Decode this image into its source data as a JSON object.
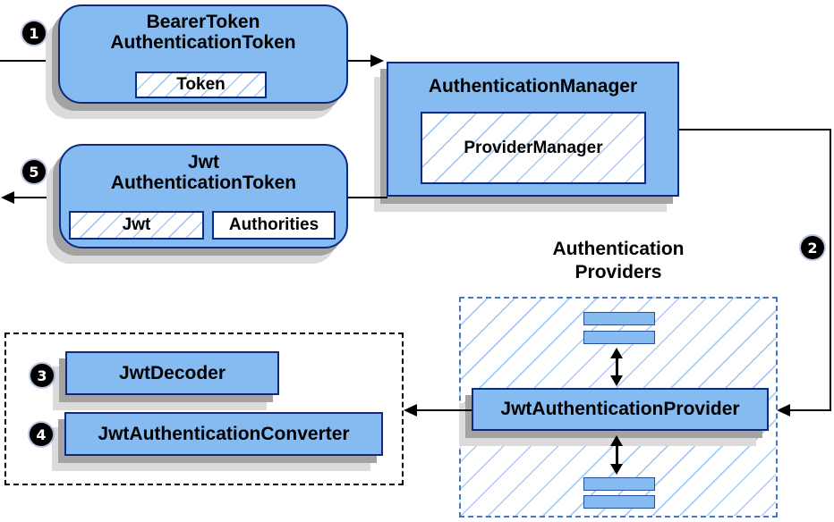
{
  "diagram": {
    "nodes": {
      "bearer_token": {
        "title_line1": "BearerToken",
        "title_line2": "AuthenticationToken",
        "chip": "Token"
      },
      "authentication_manager": {
        "title": "AuthenticationManager",
        "chip": "ProviderManager"
      },
      "jwt_authentication_token": {
        "title_line1": "Jwt",
        "title_line2": "AuthenticationToken",
        "chip_left": "Jwt",
        "chip_right": "Authorities"
      },
      "jwt_authentication_provider": {
        "title": "JwtAuthenticationProvider"
      },
      "jwt_decoder": {
        "title": "JwtDecoder"
      },
      "jwt_authentication_converter": {
        "title": "JwtAuthenticationConverter"
      }
    },
    "labels": {
      "providers_line1": "Authentication",
      "providers_line2": "Providers"
    },
    "steps": {
      "one": "1",
      "two": "2",
      "three": "3",
      "four": "4",
      "five": "5"
    },
    "colors": {
      "node_fill": "#85BBF0",
      "node_border": "#0B2A83",
      "hatch_line": "#A8CBF4",
      "dashed_blue": "#4377C9",
      "shadow_dark": "#A3A3A3",
      "shadow_light": "#DBDBDB",
      "connector": "#000000",
      "badge_fill": "#000000",
      "badge_text": "#FFFFFF"
    }
  }
}
